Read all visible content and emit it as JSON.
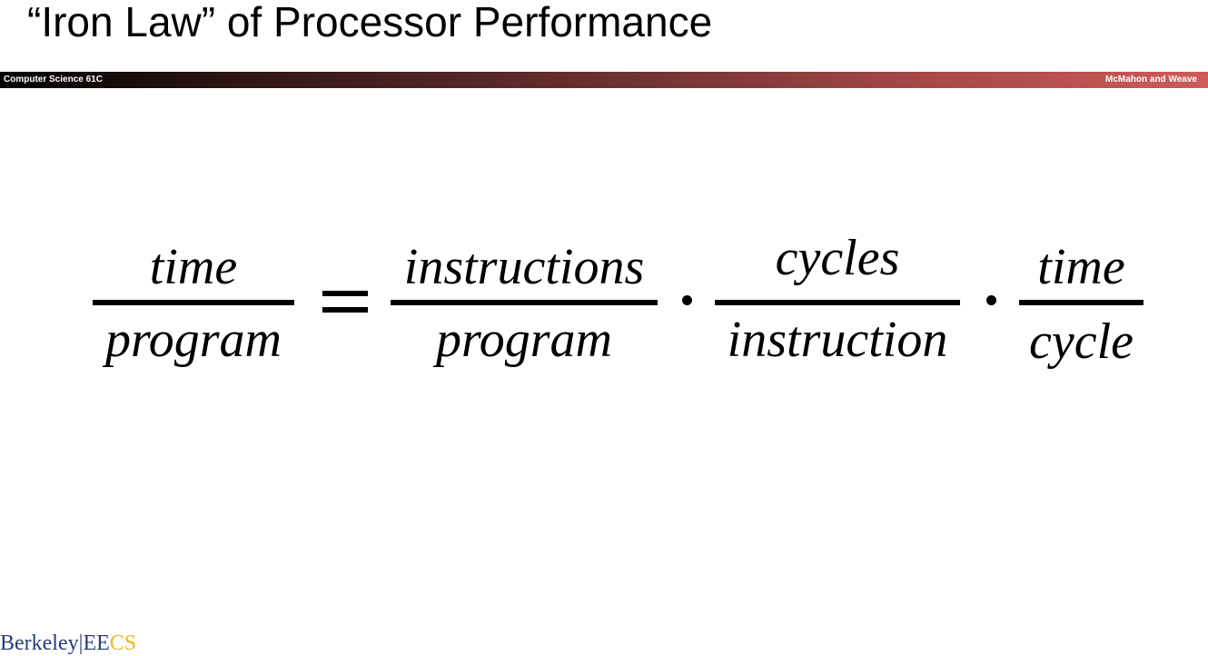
{
  "slide": {
    "title": "“Iron Law” of Processor Performance"
  },
  "header_bar": {
    "left_text": "Computer Science 61C",
    "right_text": "McMahon and Weave"
  },
  "equation": {
    "lhs": {
      "numerator": "time",
      "denominator": "program"
    },
    "equals": "=",
    "terms": [
      {
        "numerator": "instructions",
        "denominator": "program"
      },
      {
        "numerator": "cycles",
        "denominator": "instruction"
      },
      {
        "numerator": "time",
        "denominator": "cycle"
      }
    ],
    "operator": "·"
  },
  "footer": {
    "logo_berkeley": "Berkeley",
    "logo_separator": "|",
    "logo_ee": "EE",
    "logo_cs": "CS"
  },
  "colors": {
    "logo_blue": "#2b3a7a",
    "logo_gold": "#e8b822",
    "bar_start": "#000000",
    "bar_end": "#cc5c5a"
  }
}
